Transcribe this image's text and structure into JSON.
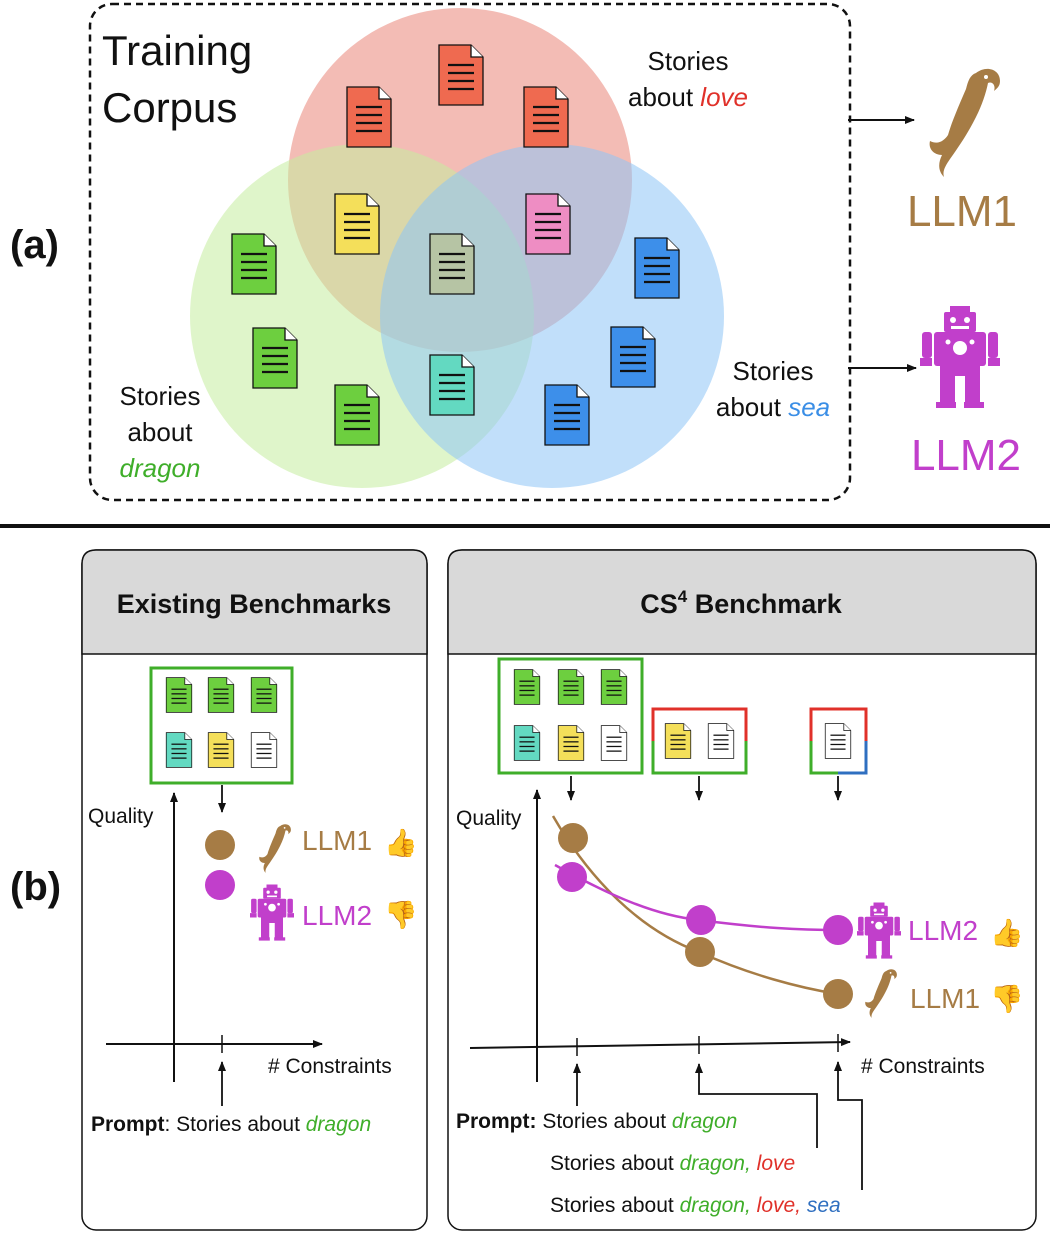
{
  "panel_a": {
    "label": "(a)",
    "corpus_title_line1": "Training",
    "corpus_title_line2": "Corpus",
    "love": {
      "line1": "Stories",
      "line2_prefix": "about ",
      "keyword": "love"
    },
    "sea": {
      "line1": "Stories",
      "line2_prefix": "about ",
      "keyword": "sea"
    },
    "dragon": {
      "line1": "Stories",
      "line2": "about",
      "keyword": "dragon"
    },
    "llm1": "LLM1",
    "llm2": "LLM2"
  },
  "panel_b": {
    "label": "(b)",
    "existing": {
      "title": "Existing Benchmarks",
      "y_label": "Quality",
      "x_label": "# Constraints",
      "llm1": "LLM1",
      "llm2": "LLM2",
      "llm1_verdict": "👍",
      "llm2_verdict": "👎",
      "prompt_bold": "Prompt",
      "prompt_colon": ": Stories about ",
      "prompt_keyword": "dragon"
    },
    "cs4": {
      "title_prefix": "CS",
      "title_sup": "4",
      "title_suffix": " Benchmark",
      "y_label": "Quality",
      "x_label": "# Constraints",
      "llm1": "LLM1",
      "llm2": "LLM2",
      "llm1_verdict": "👎",
      "llm2_verdict": "👍",
      "prompt_bold": "Prompt:",
      "prompt1_text": " Stories about ",
      "prompt1_kw": "dragon",
      "prompt2_text": "Stories about ",
      "prompt2_kw1": "dragon,",
      "prompt2_kw2": " love",
      "prompt3_text": "Stories about ",
      "prompt3_kw1": "dragon,",
      "prompt3_kw2": " love,",
      "prompt3_kw3": " sea"
    }
  },
  "colors": {
    "love": "#e0312a",
    "sea": "#3a8ee6",
    "dragon": "#3fae2a",
    "llm1": "#a67c45",
    "llm2": "#c13fcb",
    "header_fill": "#d9d9d9"
  }
}
